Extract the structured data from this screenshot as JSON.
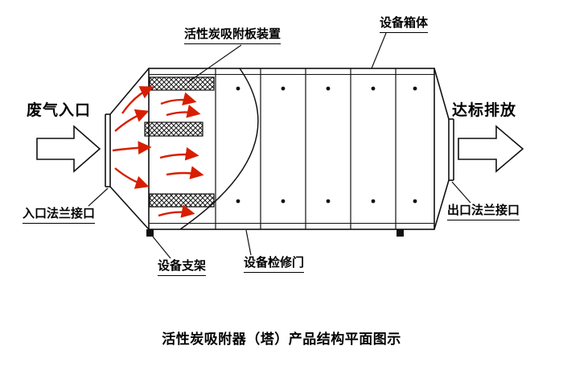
{
  "diagram": {
    "title": "活性炭吸附器（塔）产品结构平面图示",
    "labels": {
      "adsorption_plate": "活性炭吸附板装置",
      "equipment_box": "设备箱体",
      "gas_inlet": "废气入口",
      "compliant_discharge": "达标排放",
      "inlet_flange": "入口法兰接口",
      "outlet_flange": "出口法兰接口",
      "equipment_support": "设备支架",
      "inspection_door": "设备检修门"
    },
    "colors": {
      "line": "#111111",
      "airflow_arrow": "#d81e00",
      "background": "#ffffff"
    },
    "icons": {
      "inlet_flow_arrow": "block-arrow-right-icon",
      "outlet_flow_arrow": "block-arrow-right-icon"
    }
  }
}
